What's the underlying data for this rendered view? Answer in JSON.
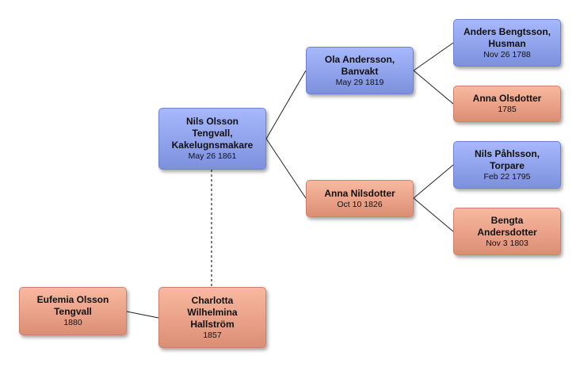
{
  "people": {
    "nils": {
      "name_lines": [
        "Nils Olsson",
        "Tengvall,",
        "Kakelugnsmakare"
      ],
      "date": "May 26 1861",
      "gender": "male"
    },
    "ola": {
      "name_lines": [
        "Ola Andersson,",
        "Banvakt"
      ],
      "date": "May 29 1819",
      "gender": "male"
    },
    "anna_n": {
      "name_lines": [
        "Anna Nilsdotter"
      ],
      "date": "Oct 10 1826",
      "gender": "female"
    },
    "anders": {
      "name_lines": [
        "Anders Bengtsson,",
        "Husman"
      ],
      "date": "Nov 26 1788",
      "gender": "male"
    },
    "anna_o": {
      "name_lines": [
        "Anna Olsdotter"
      ],
      "date": "1785",
      "gender": "female"
    },
    "nils_p": {
      "name_lines": [
        "Nils Påhlsson,",
        "Torpare"
      ],
      "date": "Feb 22 1795",
      "gender": "male"
    },
    "bengta": {
      "name_lines": [
        "Bengta",
        "Andersdotter"
      ],
      "date": "Nov 3 1803",
      "gender": "female"
    },
    "charlotta": {
      "name_lines": [
        "Charlotta",
        "Wilhelmina",
        "Hallström"
      ],
      "date": "1857",
      "gender": "female"
    },
    "eufemia": {
      "name_lines": [
        "Eufemia Olsson",
        "Tengvall"
      ],
      "date": "1880",
      "gender": "female"
    }
  },
  "colors": {
    "male_top": "#a7b8fb",
    "male_bottom": "#7d90de",
    "female_top": "#f8b9a0",
    "female_bottom": "#dc8e74",
    "line": "#222222"
  }
}
